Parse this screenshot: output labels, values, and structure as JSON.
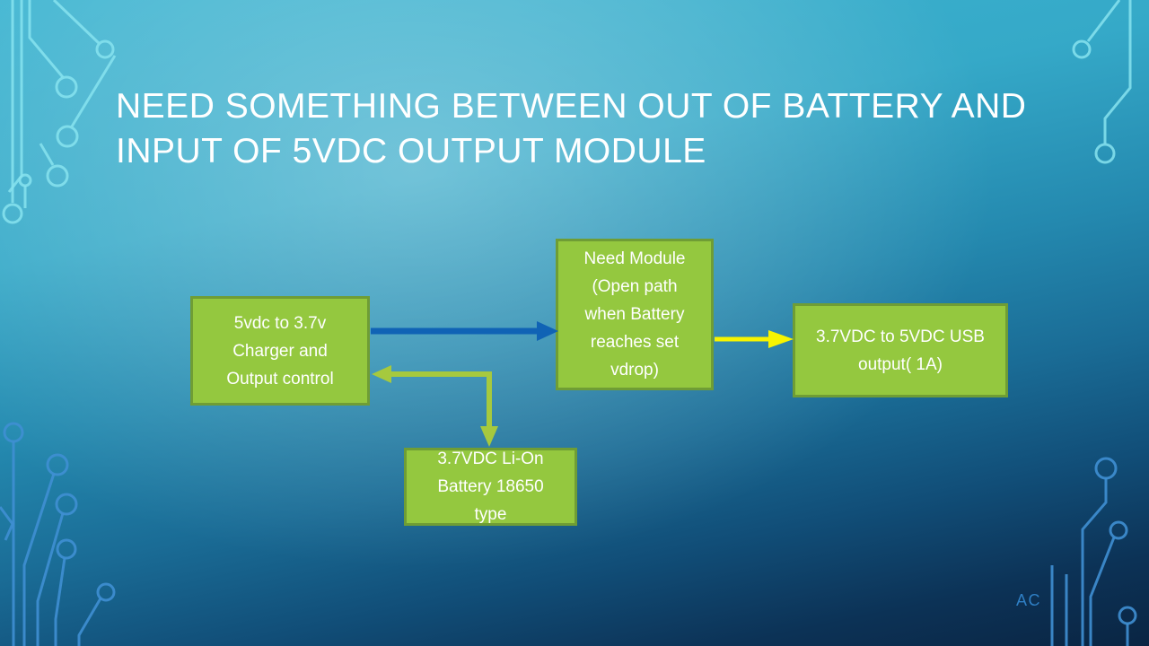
{
  "slide": {
    "title_lines": [
      "NEED SOMETHING BETWEEN OUT OF BATTERY AND",
      "INPUT OF 5VDC OUTPUT MODULE"
    ],
    "footer_initials": "AC"
  },
  "diagram": {
    "nodes": {
      "charger": {
        "label": "5vdc to 3.7v\nCharger and\nOutput control"
      },
      "need_module": {
        "label": "Need Module\n(Open path\nwhen Battery\nreaches set\nvdrop)"
      },
      "usb_output": {
        "label": "3.7VDC to 5VDC USB\noutput( 1A)"
      },
      "battery": {
        "label": "3.7VDC Li-On\nBattery 18650\ntype"
      }
    },
    "connectors": [
      {
        "name": "charger-to-need-module",
        "type": "straight-arrow",
        "color": "#1063B5"
      },
      {
        "name": "need-module-to-usb-output",
        "type": "straight-arrow",
        "color": "#F7F400"
      },
      {
        "name": "battery-to-charger",
        "type": "elbow-double-arrow",
        "color": "#A6C93E"
      }
    ]
  },
  "theme": {
    "node_fill": "#94C83F",
    "node_border": "#6F9D35",
    "node_text": "#FFFFFF",
    "arrow_blue": "#1063B5",
    "arrow_yellow": "#F7F400",
    "arrow_green": "#A6C93E",
    "title_color": "#FFFFFF",
    "footer_color": "#2F7FC4",
    "decor_light": "#87E3EF",
    "decor_blue": "#3F8FD3"
  }
}
